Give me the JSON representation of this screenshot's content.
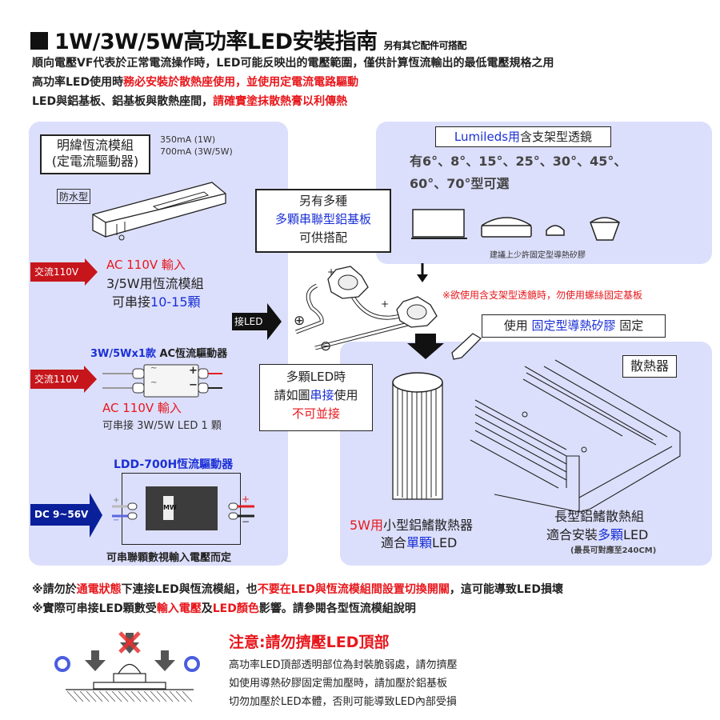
{
  "header": {
    "title": "1W/3W/5W高功率LED安裝指南",
    "subtitle": "另有其它配件可搭配",
    "intro_line1": "順向電壓VF代表於正常電流操作時，LED可能反映出的電壓範圍，僅供計算恆流輸出的最低電壓規格之用",
    "intro_line2_a": "高功率LED使用時",
    "intro_line2_b": "務必安裝於散熱座使用，並使用定電流電路驅動",
    "intro_line3_a": "LED與鋁基板、鋁基板與散熱座間，",
    "intro_line3_b": "請確實塗抹散熱膏以利傳熱"
  },
  "driver_panel": {
    "title_line1": "明緯恆流模組",
    "title_line2": "(定電流驅動器)",
    "current_1": "350mA (1W)",
    "current_2": "700mA (3W/5W)",
    "waterproof_label": "防水型",
    "ac_arrow_label": "交流110V",
    "ac_input": "AC 110V 輸入",
    "module_desc": "3/5W用恆流模組",
    "series_a": "可串接",
    "series_b": "10-15顆",
    "connect_led_label": "接LED"
  },
  "ac_driver": {
    "title_a": "3W/5Wx1款",
    "title_b": "AC恆流驅動器",
    "ac_arrow_label": "交流110V",
    "ac_input": "AC 110V 輸入",
    "series_note": "可串接 3W/5W LED 1 顆",
    "plus": "+",
    "minus": "−",
    "tilde": "~"
  },
  "ldd_driver": {
    "title": "LDD-700H恆流驅動器",
    "dc_arrow_label": "DC 9~56V",
    "logo": "MW",
    "plus": "+",
    "minus": "−",
    "note": "可串聯顆數視輸入電壓而定"
  },
  "board_box": {
    "line1": "另有多種",
    "line2": "多顆串聯型鋁基板",
    "line3": "可供搭配"
  },
  "lens_panel": {
    "title_a": "Lumileds用",
    "title_b": "含支架型透鏡",
    "angles_line1": "有6°、8°、15°、25°、30°、45°、",
    "angles_line2": "60°、70°型可選",
    "glue_note": "建議上少許固定型導熱矽膠"
  },
  "wiring": {
    "plus_symbol": "⊕",
    "minus_symbol": "⊖",
    "plus": "+",
    "lens_warning": "※欲使用含支架型透鏡時，勿使用螺絲固定基板",
    "glue_a": "使用",
    "glue_b": "固定型導熱矽膠",
    "glue_c": "固定"
  },
  "series_box": {
    "line1": "多顆LED時",
    "line2_a": "請如圖",
    "line2_b": "串接",
    "line2_c": "使用",
    "line3": "不可並接"
  },
  "heatsink_panel": {
    "label": "散熱器",
    "small_a": "5W用",
    "small_b": "小型鋁鰭散熱器",
    "small_line2_a": "適合",
    "small_line2_b": "單顆",
    "small_line2_c": "LED",
    "long_line1": "長型鋁鰭散熱組",
    "long_line2_a": "適合安裝",
    "long_line2_b": "多顆",
    "long_line2_c": "LED",
    "long_note": "(最長可對應至240CM)"
  },
  "notes": {
    "line1_a": "※請勿於",
    "line1_b": "通電狀態",
    "line1_c": "下連接LED與恆流模組，也",
    "line1_d": "不要在LED與恆流模組間設置切換開關",
    "line1_e": "，這可能導致LED損壞",
    "line2_a": "※實際可串接LED顆數受",
    "line2_b": "輸入電壓",
    "line2_c": "及",
    "line2_d": "LED顏色",
    "line2_e": "影響。請參閱各型恆流模組說明"
  },
  "caution": {
    "title": "注意:請勿擠壓LED頂部",
    "line1": "高功率LED頂部透明部位為封裝脆弱處，請勿擠壓",
    "line2": "如使用導熱矽膠固定需加壓時，請加壓於鋁基板",
    "line3": "切勿加壓於LED本體，否則可能導致LED內部受損"
  },
  "colors": {
    "panel_bg": "#dcdffb",
    "accent_red": "#e8171c",
    "accent_blue": "#1a2fd6",
    "arrow_red": "#c6161c",
    "arrow_blue": "#0a1f9a"
  }
}
